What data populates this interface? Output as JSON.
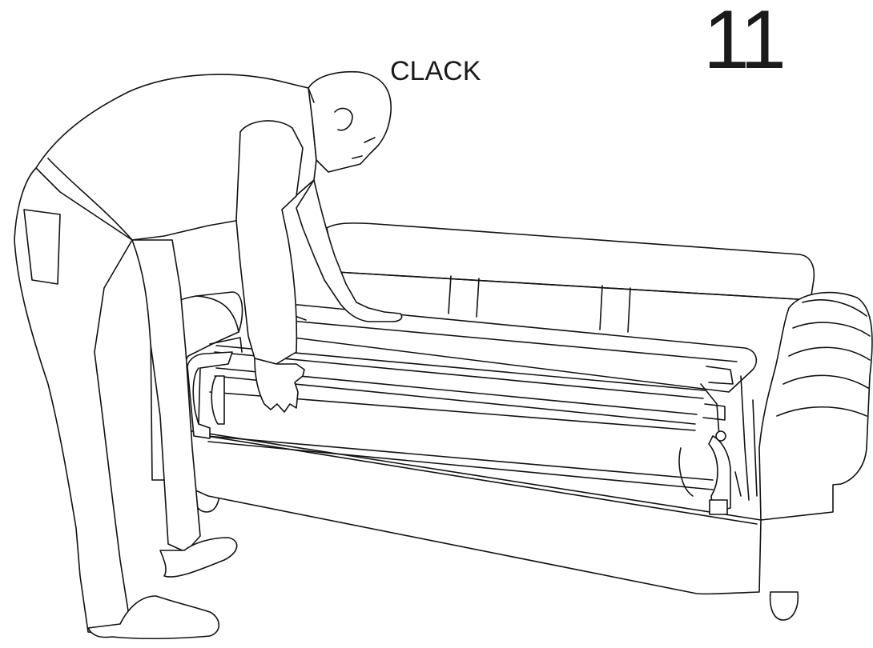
{
  "step": {
    "number": "11"
  },
  "sound_effect": {
    "text": "CLACK"
  },
  "illustration": {
    "subject": "sofa-bed-assembly",
    "icons": [
      "person-icon",
      "sofa-icon",
      "bed-frame-icon"
    ]
  }
}
